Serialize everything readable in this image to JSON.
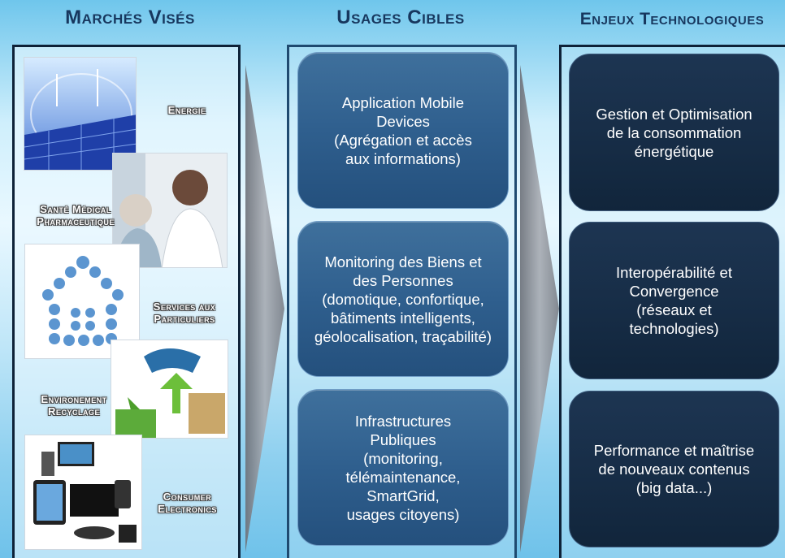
{
  "columns": {
    "markets_title": "Marchés Visés",
    "usages_title": "Usages Cibles",
    "enjeux_title": "Enjeux Technologiques"
  },
  "markets": [
    {
      "label": "Energie",
      "icon": "solar-wind-image"
    },
    {
      "label": "Santé Médical\nPharmaceutique",
      "icon": "doctor-patient-image"
    },
    {
      "label": "Services aux\nParticuliers",
      "icon": "app-house-image"
    },
    {
      "label": "Environement\nRecyclage",
      "icon": "recycle-image"
    },
    {
      "label": "Consumer\nElectronics",
      "icon": "devices-image"
    }
  ],
  "usages": [
    "Application Mobile\nDevices\n(Agrégation et accès\naux informations)",
    "Monitoring des Biens et\ndes Personnes\n(domotique, confortique,\nbâtiments intelligents,\ngéolocalisation, traçabilité)",
    "Infrastructures\nPubliques\n(monitoring,\ntélémaintenance,\nSmartGrid,\nusages citoyens)"
  ],
  "enjeux": [
    "Gestion et Optimisation\nde la consommation\nénergétique",
    "Interopérabilité et\nConvergence\n(réseaux et\ntechnologies)",
    "Performance et maîtrise\nde nouveaux contenus\n(big data...)"
  ],
  "colors": {
    "title": "#17375e",
    "usage_box": "#2f5f8e",
    "enjeu_box": "#162c45",
    "arrow": "#8a8f98"
  }
}
